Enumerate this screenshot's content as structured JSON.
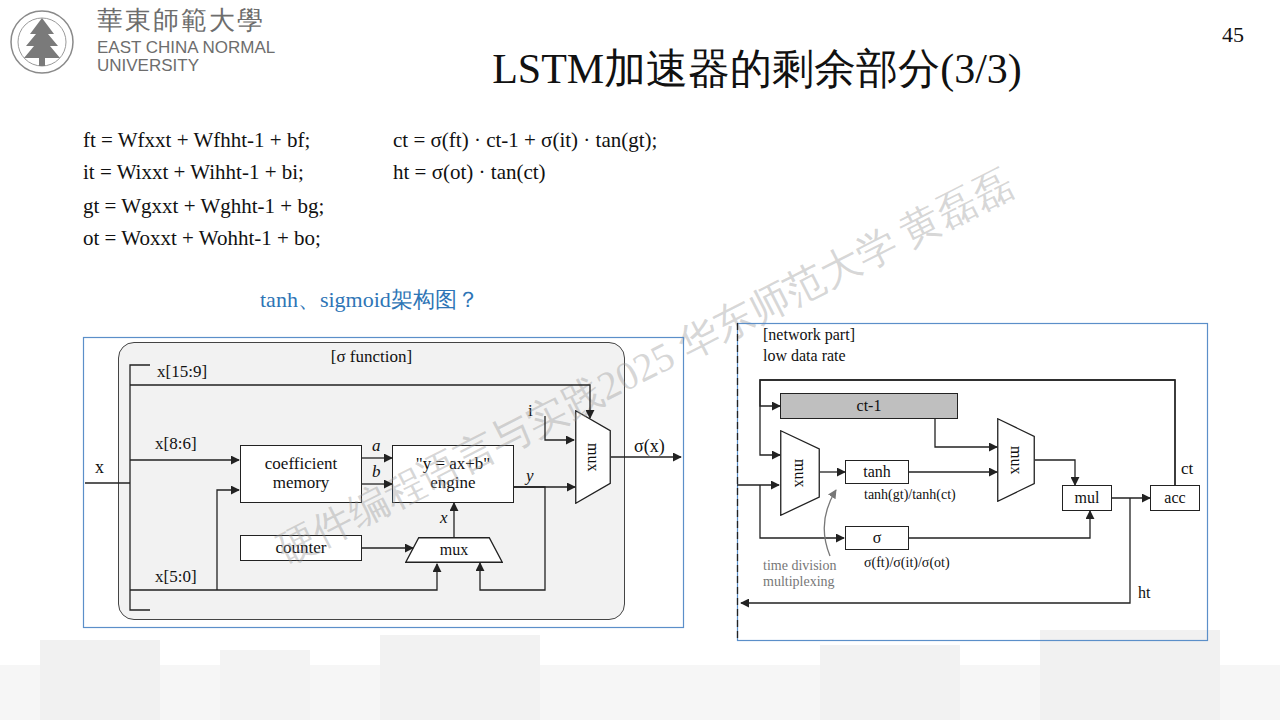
{
  "diagram": {
    "title": "LSTM加速器的剩余部分(3/3)",
    "nodes": [
      {
        "text": [
          "[σ function]"
        ]
      },
      {
        "text": [
          "coefficient memory"
        ],
        "in": 0
      },
      {
        "text": [
          "\"y = ax+b\" engine"
        ],
        "in": 0
      },
      {
        "text": [
          "counter"
        ],
        "in": 0
      },
      {
        "text": [
          "mux"
        ],
        "in": 0
      },
      {
        "text": [
          "mux"
        ],
        "in": 0
      },
      {
        "text": [
          "ct-1"
        ]
      },
      {
        "text": [
          "mux"
        ]
      },
      {
        "text": [
          "tanh"
        ]
      },
      {
        "text": [
          "σ"
        ]
      },
      {
        "text": [
          "mux"
        ]
      },
      {
        "text": [
          "mul"
        ]
      },
      {
        "text": [
          "acc"
        ]
      }
    ],
    "edges": [
      {
        "from": 1,
        "to": 2,
        "arrow": "to",
        "label": "a"
      },
      {
        "from": 1,
        "to": 2,
        "arrow": "to",
        "label": "b"
      },
      {
        "from": 3,
        "to": 4,
        "arrow": "to"
      },
      {
        "from": 4,
        "to": 2,
        "arrow": "to",
        "label": "x"
      },
      {
        "from": 2,
        "to": 5,
        "arrow": "to",
        "label": "y"
      },
      {
        "from": 2,
        "to": 4,
        "arrow": "to"
      },
      {
        "from": 7,
        "to": 8,
        "arrow": "to"
      },
      {
        "from": 6,
        "to": 10,
        "arrow": "to"
      },
      {
        "from": 8,
        "to": 10,
        "arrow": "to"
      },
      {
        "from": 10,
        "to": 11,
        "arrow": "to"
      },
      {
        "from": 9,
        "to": 11,
        "arrow": "to"
      },
      {
        "from": 11,
        "to": 12,
        "arrow": "to"
      },
      {
        "from": 12,
        "to": 6,
        "arrow": "to",
        "label": "ct"
      },
      {
        "from": 12,
        "to": 7,
        "arrow": "to"
      }
    ],
    "labels": [
      "45",
      "華東師範大學",
      "EAST CHINA NORMAL UNIVERSITY",
      "ft = Wfxxt + Wfhht-1 + bf;",
      "it = Wixxt + Wihht-1 + bi;",
      "gt = Wgxxt + Wghht-1 + bg;",
      "ot = Woxxt + Wohht-1 + bo;",
      "ct = σ(ft) · ct-1 + σ(it) · tan(gt);",
      "ht = σ(ot) · tan(ct)",
      "tanh、sigmoid架构图？",
      "x",
      "x[15:9]",
      "x[8:6]",
      "x[5:0]",
      "i",
      "σ(x)",
      "[network part]",
      "low data rate",
      "tanh(gt)/tanh(ct)",
      "σ(ft)/σ(it)/σ(ot)",
      "time division multiplexing",
      "ht",
      "硬件编程语言与实践2025 华东师范大学 黄磊磊"
    ]
  }
}
